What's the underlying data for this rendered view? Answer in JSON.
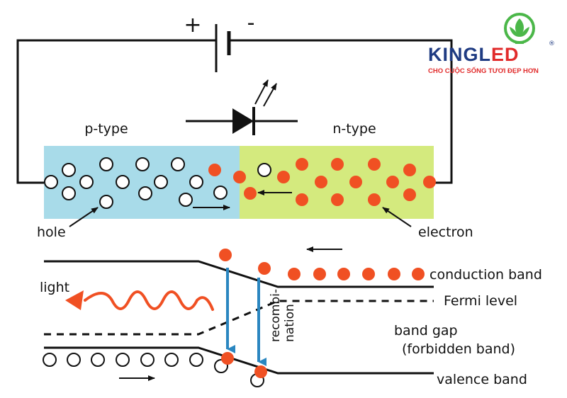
{
  "battery": {
    "plus_sign": "+",
    "minus_sign": "-"
  },
  "junction": {
    "p_label": "p-type",
    "n_label": "n-type"
  },
  "carriers": {
    "hole_label": "hole",
    "electron_label": "electron"
  },
  "bands": {
    "conduction": "conduction band",
    "fermi": "Fermi level",
    "gap_line1": "band gap",
    "gap_line2": "(forbidden band)",
    "valence": "valence band",
    "recomb_line1": "recombi-",
    "recomb_line2": "nation",
    "light": "light"
  },
  "logo": {
    "brand_left": "KINGL",
    "brand_e": "E",
    "brand_right": "D",
    "registered": "®",
    "tagline": "CHO CUỘC SỐNG TƯƠI ĐẸP HƠN"
  },
  "colors": {
    "p_region": "#a8dbe9",
    "n_region": "#d4ea7e",
    "electron": "#f05023",
    "arrow_blue": "#2a86c0",
    "logo_navy": "#1f3b82",
    "logo_red": "#e12b2b",
    "logo_green": "#4bb749"
  },
  "icons": [
    "battery-icon",
    "diode-icon",
    "emitted-light-arrows-icon",
    "light-wave-icon",
    "kingled-lotus-icon"
  ]
}
